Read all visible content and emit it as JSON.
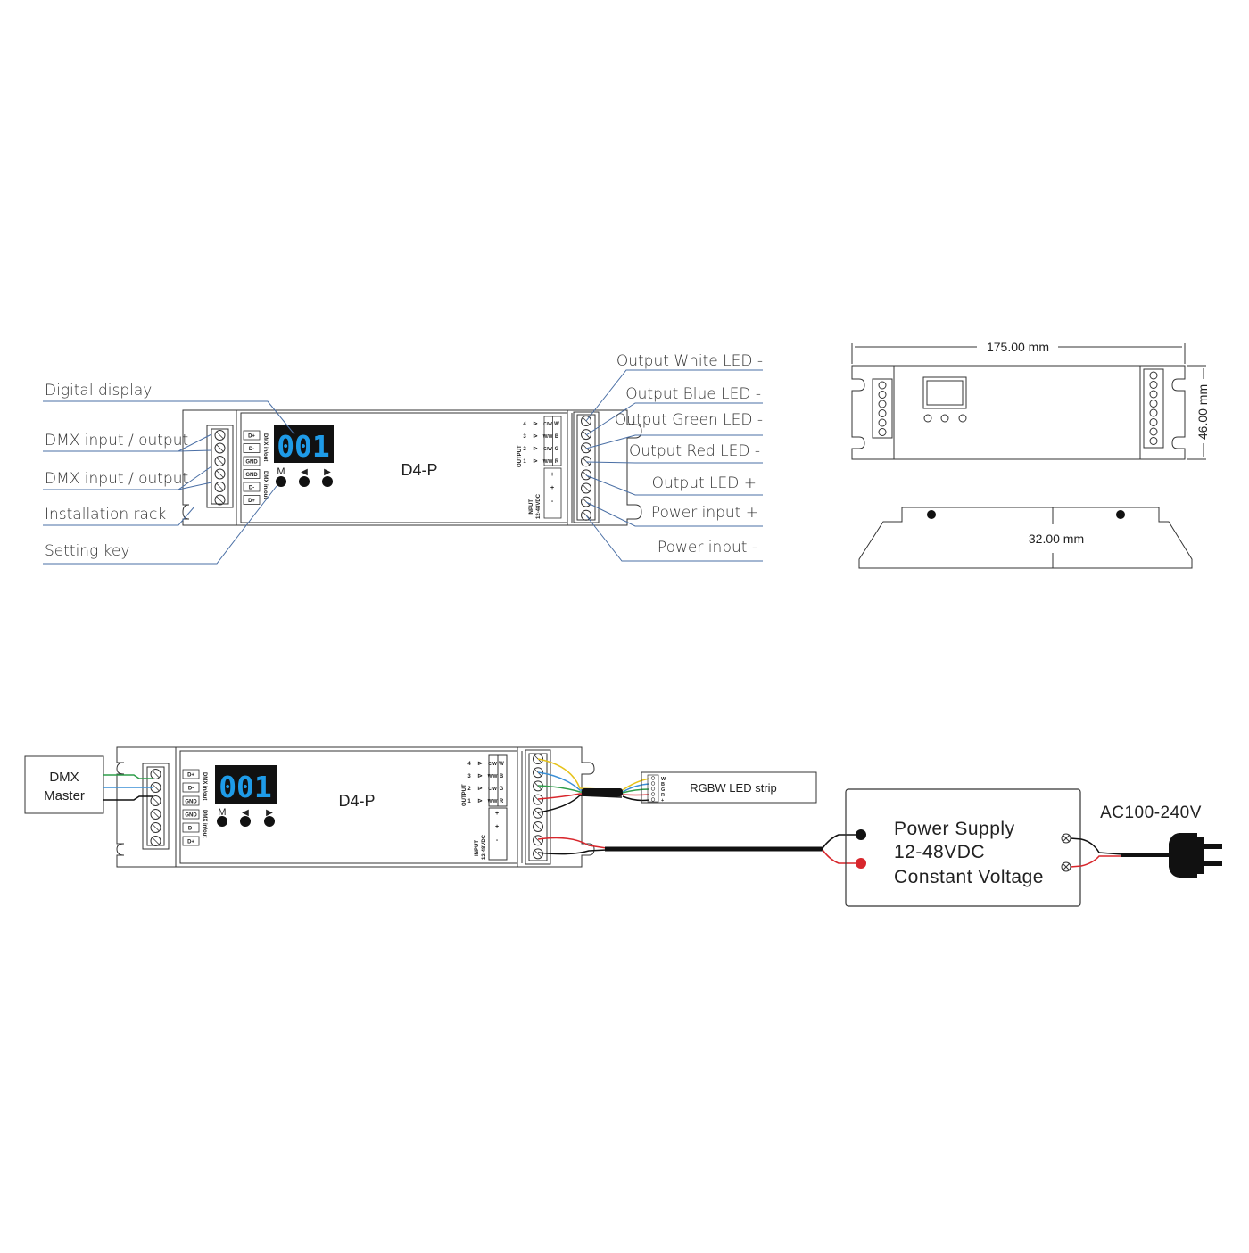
{
  "colors": {
    "outline": "#333333",
    "callout_line": "#4a6fa5",
    "display_bg": "#111111",
    "display_digits": "#1e9be8",
    "wire_green": "#2e9e4a",
    "wire_blue": "#3a8fd6",
    "wire_yellow": "#e6c21a",
    "wire_red": "#d8262c",
    "wire_black": "#111111"
  },
  "device": {
    "model": "D4-P",
    "display_value": "001",
    "keys": [
      "M",
      "◀",
      "▶"
    ],
    "dmx_terminals_top": [
      "D+",
      "D-",
      "GND"
    ],
    "dmx_terminals_bottom": [
      "GND",
      "D-",
      "D+"
    ],
    "dmx_label": "DMX in/out",
    "output_terminals": [
      "W",
      "B",
      "G",
      "R"
    ],
    "output_ww_labels": [
      "C/W",
      "W/W",
      "C/W",
      "W/W"
    ],
    "output_channel_numbers": [
      "4",
      "3",
      "2",
      "1"
    ],
    "output_label": "OUTPUT",
    "input_terminals": [
      "+",
      "+",
      "-"
    ],
    "input_label": "INPUT",
    "input_voltage": "12-48VDC"
  },
  "callouts_left": [
    "Digital display",
    "DMX input / output",
    "DMX input / output",
    "Installation rack",
    "Setting key"
  ],
  "callouts_right": [
    "Output White LED -",
    "Output Blue LED -",
    "Output Green LED -",
    "Output Red LED -",
    "Output LED +",
    "Power input +",
    "Power input -"
  ],
  "dimensions": {
    "length": "175.00 mm",
    "width": "46.00 mm",
    "height": "32.00 mm"
  },
  "wiring": {
    "dmx_master": [
      "DMX",
      "Master"
    ],
    "led_strip": "RGBW LED strip",
    "strip_pins": [
      "W",
      "B",
      "G",
      "R",
      "+"
    ],
    "power_supply": [
      "Power Supply",
      "12-48VDC",
      "Constant Voltage"
    ],
    "ac_input": "AC100-240V"
  }
}
